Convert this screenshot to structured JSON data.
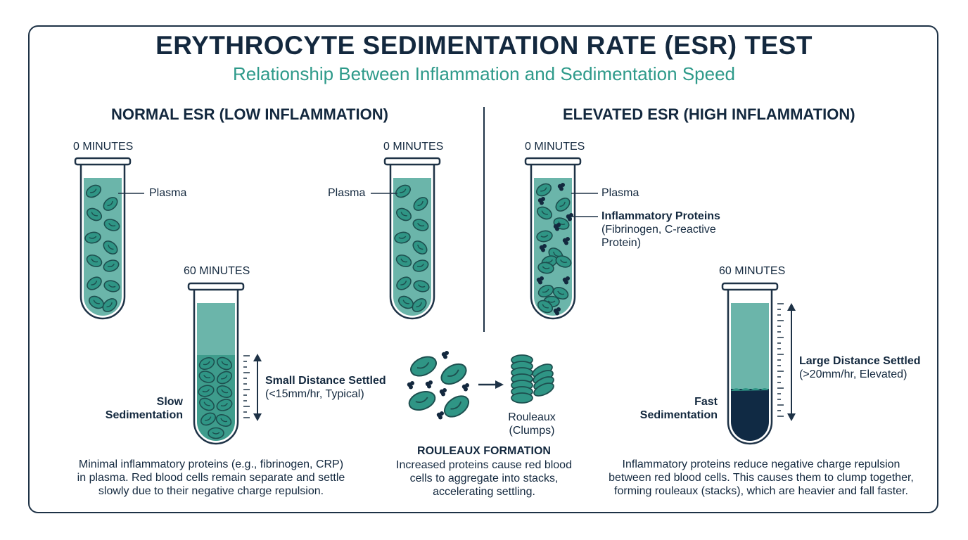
{
  "title": "ERYTHROCYTE SEDIMENTATION RATE (ESR) TEST",
  "subtitle": "Relationship Between Inflammation and Sedimentation Speed",
  "normal": {
    "heading": "NORMAL ESR (LOW INFLAMMATION)",
    "tube_a": {
      "time": "0 MINUTES",
      "plasma_label": "Plasma"
    },
    "tube_b": {
      "time": "0 MINUTES",
      "plasma_label": "Plasma"
    },
    "tube_settled": {
      "time": "60 MINUTES",
      "left_label_line1": "Slow",
      "left_label_line2": "Sedimentation",
      "distance_label": "Small Distance Settled",
      "distance_note": "(<15mm/hr, Typical)"
    },
    "description": [
      "Minimal inflammatory proteins (e.g., fibrinogen, CRP)",
      "in plasma. Red blood cells remain separate and settle",
      "slowly due to their negative charge repulsion."
    ]
  },
  "elevated": {
    "heading": "ELEVATED ESR (HIGH INFLAMMATION)",
    "tube_a": {
      "time": "0 MINUTES",
      "plasma_label": "Plasma",
      "proteins_label": "Inflammatory Proteins",
      "proteins_note_line1": "(Fibrinogen, C-reactive",
      "proteins_note_line2": "Protein)"
    },
    "tube_settled": {
      "time": "60 MINUTES",
      "left_label_line1": "Fast",
      "left_label_line2": "Sedimentation",
      "distance_label": "Large Distance Settled",
      "distance_note": "(>20mm/hr, Elevated)"
    },
    "description": [
      "Inflammatory proteins reduce negative charge repulsion",
      "between red blood cells. This causes them to clump together,",
      "forming rouleaux (stacks), which are heavier and fall faster."
    ]
  },
  "rouleaux": {
    "result_label_line1": "Rouleaux",
    "result_label_line2": "(Clumps)",
    "heading": "ROULEAUX FORMATION",
    "description": [
      "Increased proteins cause red blood",
      "cells to aggregate into stacks,",
      "accelerating settling."
    ]
  },
  "colors": {
    "plasma": "#6bb5aa",
    "cell_fill": "#2f9585",
    "cell_edge": "#1d4f4f",
    "protein": "#13283e",
    "sediment_dark": "#102a44",
    "accent_teal": "#2e9a8a",
    "outline": "#1e3246"
  }
}
